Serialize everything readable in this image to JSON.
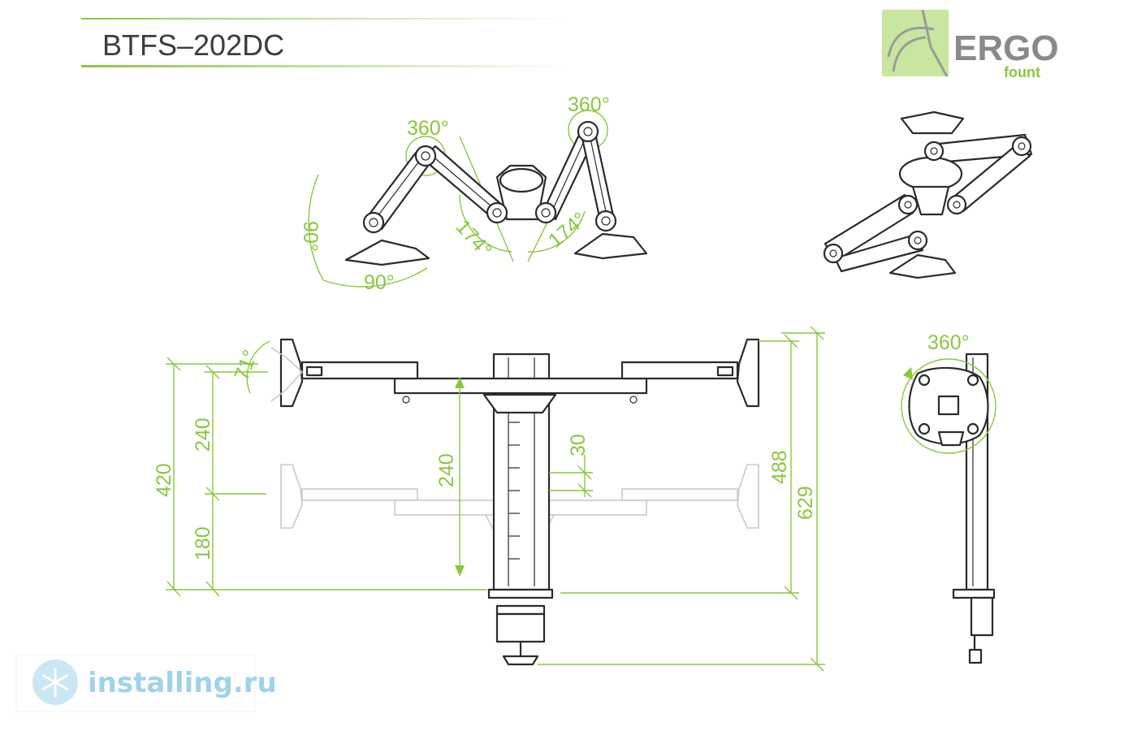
{
  "header": {
    "title": "BTFS–202DC"
  },
  "logo": {
    "brand": "ERGO",
    "sub": "fount",
    "accent_color": "#8cc63f",
    "mark_color": "#c8e6a0"
  },
  "watermark": {
    "text": "installing.ru",
    "color": "#9fd3ea",
    "icon": "snowflake-icon"
  },
  "rotation_labels": {
    "arm_left_swivel": "360°",
    "arm_right_swivel": "360°",
    "mount_angle": "90°",
    "base_angle": "90°",
    "elbow_left": "174°",
    "elbow_right": "174°",
    "tilt": "71°",
    "side_rotation": "360°"
  },
  "dimensions": {
    "total_height_left": "420",
    "upper_span": "240",
    "lower_span": "180",
    "height_adjust": "240",
    "step": "30",
    "height_right": "488",
    "total_height": "629"
  },
  "colors": {
    "dimension": "#8cc63f",
    "line_art": "#2b2b2b",
    "ghost": "#c9c9c9",
    "title": "#3d3d3d"
  }
}
